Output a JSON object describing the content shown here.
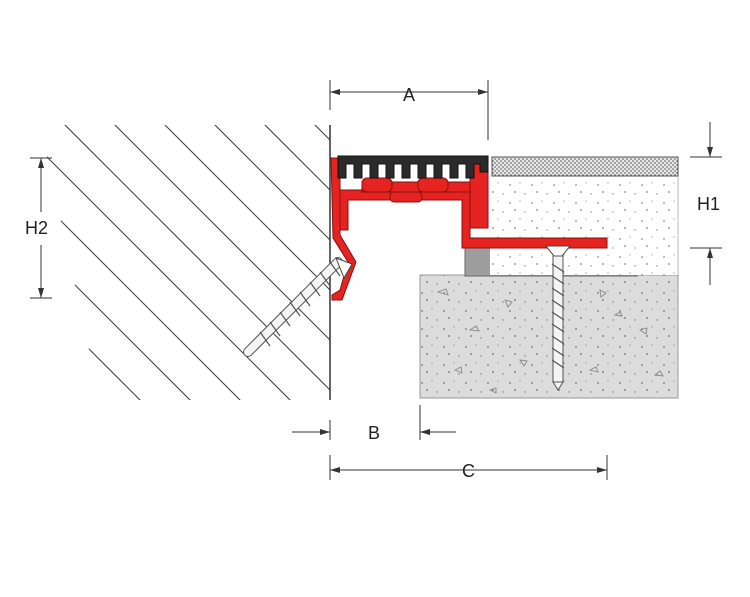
{
  "labels": {
    "a": "A",
    "b": "B",
    "c": "C",
    "h1": "H1",
    "h2": "H2"
  },
  "colors": {
    "profile_red": "#e52421",
    "profile_red_dark": "#8b0f0f",
    "rubber_black": "#2b2b2b",
    "concrete_fill": "#dcdcdc",
    "base_block": "#9e9e9e",
    "screed_fill": "#ffffff",
    "dimension_line": "#333333",
    "wall_hatch": "#444444"
  }
}
